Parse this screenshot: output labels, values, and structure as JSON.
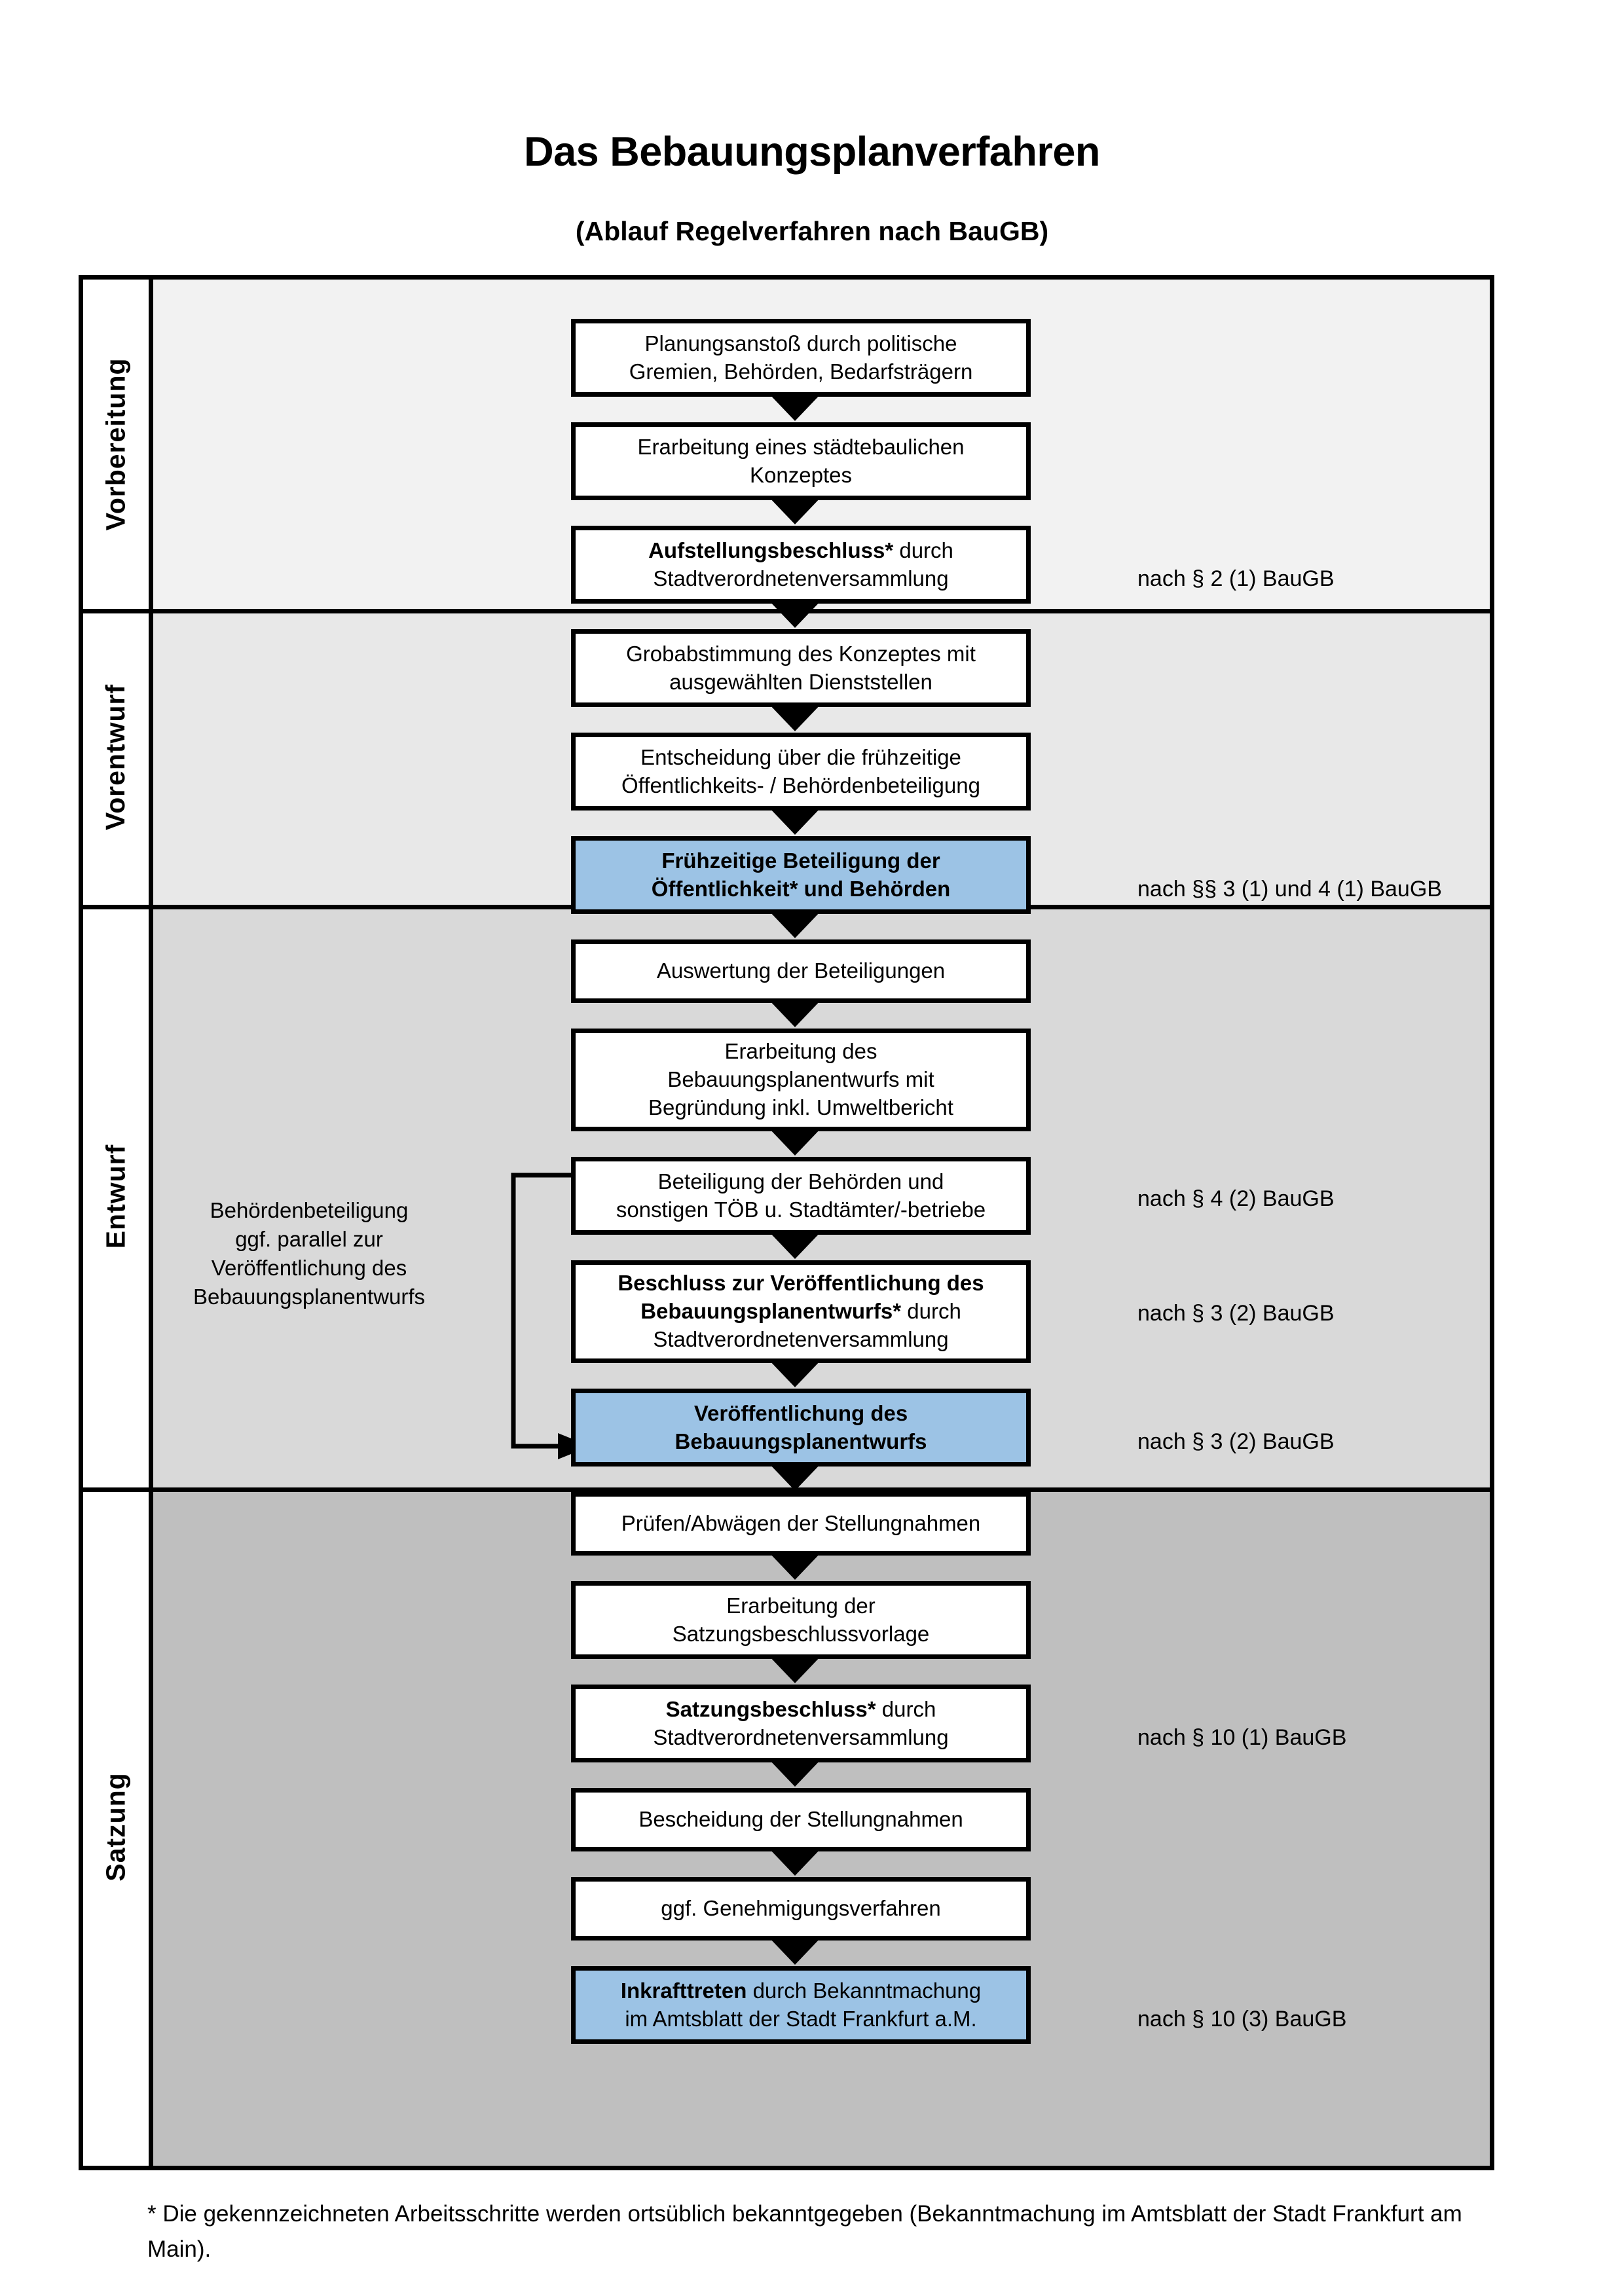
{
  "document": {
    "title": "Das Bebauungsplanverfahren",
    "subtitle": "(Ablauf Regelverfahren nach BauGB)",
    "footnote": "* Die gekennzeichneten Arbeitsschritte werden ortsüblich bekanntgegeben (Bekanntmachung im Amtsblatt  der Stadt Frankfurt am Main)."
  },
  "colors": {
    "highlight_blue": "#9CC3E5",
    "band_vorbereitung": "#F2F2F2",
    "band_vorentwurf": "#E8E8E8",
    "band_entwurf": "#D9D9D9",
    "band_satzung": "#BFBFBF",
    "stroke": "#000000"
  },
  "phases": [
    {
      "id": "vorbereitung",
      "label": "Vorbereitung"
    },
    {
      "id": "vorentwurf",
      "label": "Vorentwurf"
    },
    {
      "id": "entwurf",
      "label": "Entwurf"
    },
    {
      "id": "satzung",
      "label": "Satzung"
    }
  ],
  "side_note": {
    "lines": [
      "Behördenbeteiligung",
      "ggf. parallel zur",
      "Veröffentlichung des",
      "Bebauungsplanentwurfs"
    ]
  },
  "steps": [
    {
      "id": "planungsanstoss",
      "phase": "vorbereitung",
      "highlight": false,
      "lines": [
        "Planungsanstoß durch politische",
        "Gremien, Behörden, Bedarfsträgern"
      ]
    },
    {
      "id": "staedtebauliches-konzept",
      "phase": "vorbereitung",
      "highlight": false,
      "lines": [
        "Erarbeitung eines städtebaulichen",
        "Konzeptes"
      ]
    },
    {
      "id": "aufstellungsbeschluss",
      "phase": "vorbereitung",
      "highlight": false,
      "lines": [
        "<b>Aufstellungsbeschluss*</b> durch",
        "Stadtverordnetenversammlung"
      ]
    },
    {
      "id": "grobabstimmung",
      "phase": "vorentwurf",
      "highlight": false,
      "lines": [
        "Grobabstimmung des Konzeptes mit",
        "ausgewählten Dienststellen"
      ]
    },
    {
      "id": "entscheidung-fruehzeitige",
      "phase": "vorentwurf",
      "highlight": false,
      "lines": [
        "Entscheidung über die frühzeitige",
        "Öffentlichkeits- / Behördenbeteiligung"
      ]
    },
    {
      "id": "fruehzeitige-beteiligung",
      "phase": "vorentwurf",
      "highlight": true,
      "lines": [
        "<b>Frühzeitige Beteiligung der</b>",
        "<b>Öffentlichkeit* und Behörden</b>"
      ]
    },
    {
      "id": "auswertung-beteiligungen",
      "phase": "entwurf",
      "highlight": false,
      "lines": [
        "Auswertung der Beteiligungen"
      ]
    },
    {
      "id": "erarbeitung-entwurf",
      "phase": "entwurf",
      "highlight": false,
      "lines": [
        "Erarbeitung des",
        "Bebauungsplanentwurfs mit",
        "Begründung inkl. Umweltbericht"
      ]
    },
    {
      "id": "beteiligung-behoerden",
      "phase": "entwurf",
      "highlight": false,
      "lines": [
        "Beteiligung der Behörden und",
        "sonstigen TÖB u. Stadtämter/-betriebe"
      ]
    },
    {
      "id": "beschluss-veroeffentlichung",
      "phase": "entwurf",
      "highlight": false,
      "lines": [
        "<b>Beschluss zur Veröffentlichung des</b>",
        "<b>Bebauungsplanentwurfs*</b> durch",
        "Stadtverordnetenversammlung"
      ]
    },
    {
      "id": "veroeffentlichung-entwurf",
      "phase": "entwurf",
      "highlight": true,
      "lines": [
        "<b>Veröffentlichung des</b>",
        "<b>Bebauungsplanentwurfs</b>"
      ]
    },
    {
      "id": "pruefen-abwaegen",
      "phase": "satzung",
      "highlight": false,
      "lines": [
        "Prüfen/Abwägen der Stellungnahmen"
      ]
    },
    {
      "id": "satzungsbeschlussvorlage",
      "phase": "satzung",
      "highlight": false,
      "lines": [
        "Erarbeitung der",
        "Satzungsbeschlussvorlage"
      ]
    },
    {
      "id": "satzungsbeschluss",
      "phase": "satzung",
      "highlight": false,
      "lines": [
        "<b>Satzungsbeschluss*</b> durch",
        "Stadtverordnetenversammlung"
      ]
    },
    {
      "id": "bescheidung-stellungnahmen",
      "phase": "satzung",
      "highlight": false,
      "lines": [
        "Bescheidung der Stellungnahmen"
      ]
    },
    {
      "id": "genehmigungsverfahren",
      "phase": "satzung",
      "highlight": false,
      "lines": [
        "ggf. Genehmigungsverfahren"
      ]
    },
    {
      "id": "inkrafttreten",
      "phase": "satzung",
      "highlight": true,
      "lines": [
        "<b>Inkrafttreten</b> durch Bekanntmachung",
        "im Amtsblatt der Stadt Frankfurt a.M."
      ]
    }
  ],
  "legal_notes": [
    {
      "id": "note-aufstellungsbeschluss",
      "for": "aufstellungsbeschluss",
      "text": "nach § 2 (1) BauGB"
    },
    {
      "id": "note-fruehzeitige",
      "for": "fruehzeitige-beteiligung",
      "text": "nach §§ 3 (1) und 4 (1) BauGB"
    },
    {
      "id": "note-beteiligung-behoerden",
      "for": "beteiligung-behoerden",
      "text": "nach § 4 (2) BauGB"
    },
    {
      "id": "note-beschluss",
      "for": "beschluss-veroeffentlichung",
      "text": "nach § 3 (2) BauGB"
    },
    {
      "id": "note-veroeffentlichung",
      "for": "veroeffentlichung-entwurf",
      "text": "nach § 3 (2) BauGB"
    },
    {
      "id": "note-satzungsbeschluss",
      "for": "satzungsbeschluss",
      "text": "nach § 10 (1) BauGB"
    },
    {
      "id": "note-inkrafttreten",
      "for": "inkrafttreten",
      "text": "nach § 10 (3) BauGB"
    }
  ]
}
